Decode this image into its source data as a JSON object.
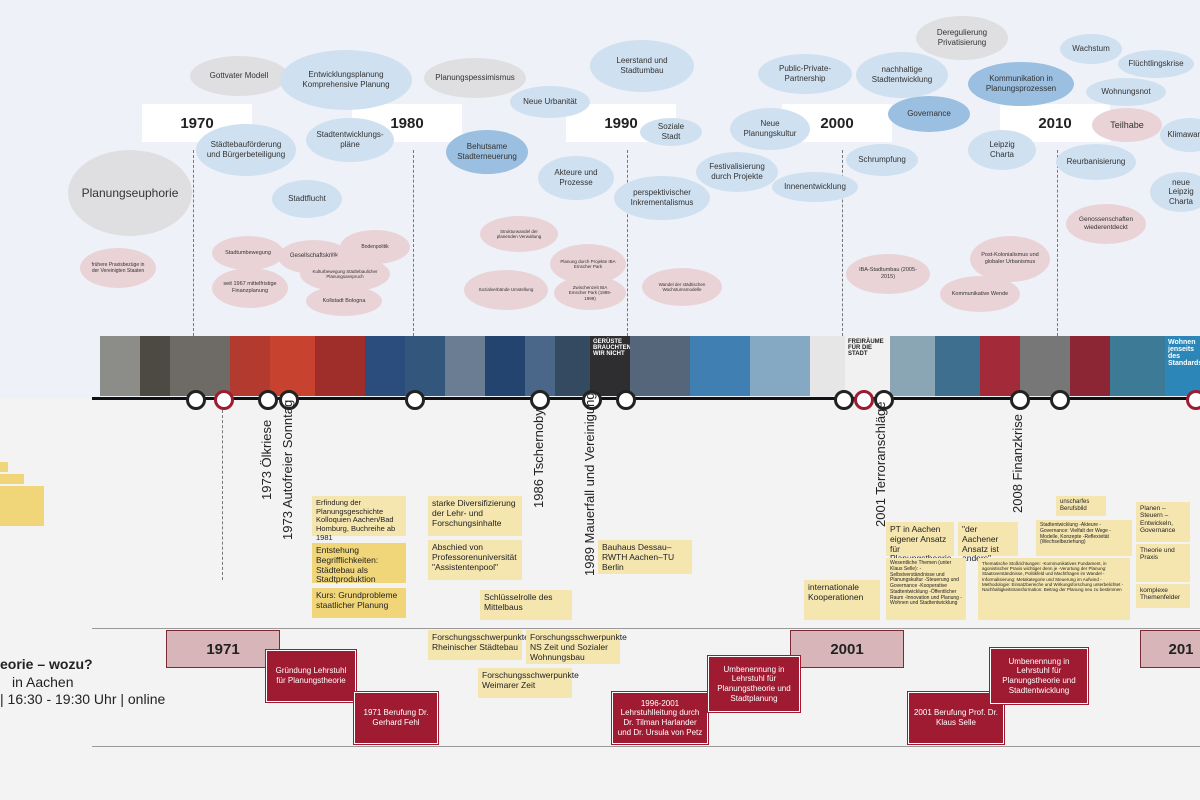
{
  "decades": [
    "1970",
    "1980",
    "1990",
    "2000",
    "2010"
  ],
  "clouds": {
    "planungseuphorie": "Planungseuphorie",
    "gottvater": "Gottvater Modell",
    "entwicklungsplanung": "Entwicklungsplanung Komprehensive Planung",
    "planungspessimismus": "Planungspessimismus",
    "leerstand": "Leerstand und Stadtumbau",
    "ppp": "Public-Private-Partnership",
    "nachhaltige": "nachhaltige Stadtentwicklung",
    "deregulierung": "Deregulierung Privatisierung",
    "kommunikation": "Kommunikation in Planungsprozessen",
    "wachstum": "Wachstum",
    "fluechtlingskrise": "Flüchtlingskrise",
    "urbanitaet": "Neue Urbanität",
    "wohnungsnot": "Wohnungsnot",
    "staedtebaufoerderung": "Städtebauförderung und Bürgerbeteiligung",
    "stadtentwicklungsplaene": "Stadtentwicklungs-pläne",
    "behutsame": "Behutsame Stadterneuerung",
    "sozialestadt": "Soziale Stadt",
    "neueplanungskultur": "Neue Planungskultur",
    "governance": "Governance",
    "teilhabe": "Teilhabe",
    "klimawandel": "Klimawandel",
    "leipzig": "Leipzig Charta",
    "stadtflucht": "Stadtflucht",
    "akteure": "Akteure und Prozesse",
    "perspektivisch": "perspektivischer Inkrementalismus",
    "festivalisierung": "Festivalisierung durch Projekte",
    "innenentwicklung": "Innenentwicklung",
    "schrumpfung": "Schrumpfung",
    "reurbanisierung": "Reurbanisierung",
    "neueleipzig": "neue Leipzig Charta",
    "genossenschaften": "Genossenschaften wiederentdeckt",
    "fruehere": "frühere Praxisbezüge in der Vereinigten Staaten",
    "stadtumbewegung": "Stadtumbewegung",
    "gesellschaftskritik": "Gesellschaftskritik",
    "seit1967": "seit 1967 mittelfristige Finanzplanung",
    "bodenpolitik": "Bodenpolitik",
    "kulturbewegung": "Kulturbewegung Städtebaulicher Planungsanspruch",
    "kollstadt": "Kollstadt Bologna",
    "strukturwandel": "Strukturwandel der planenden Verwaltung",
    "planung_durch_projekte": "Planung durch Projekte IBA Emscher Park",
    "sozialverbaende": "Sozialverbände Umstellung",
    "zwischenzeit": "Zwischenzeit IBA Emscher Park (1989-1999)",
    "wandel": "Wandel der städtischen Wachstumsmodelle",
    "ibastadtumbau": "IBA-Stadtumbau (2005-2015)",
    "postkolonialismus": "Post-Kolonialismus und globaler Urbanismus",
    "kommunikative": "Kommunikative Wende"
  },
  "events": {
    "oelkrise": "1973 Ölkriese",
    "autofrei": "1973 Autofreier Sonntag",
    "tschernobyl": "1986 Tschernobyl",
    "mauerfall": "1989 Mauerfall und Vereinigung",
    "terror": "2001 Terroranschläge",
    "finanzkrise": "2008 Finanzkrise"
  },
  "notes": {
    "n1": "Erfindung der Planungsgeschichte Kolloquien Aachen/Bad Homburg, Buchreihe ab 1981",
    "n2": "Entstehung Begrifflichkeiten: Städtebau als Stadtproduktion",
    "n3": "Kurs: Grundprobleme staatlicher Planung",
    "n4": "starke Diversifizierung der Lehr- und Forschungsinhalte",
    "n5": "Abschied von Professorenuniversität \"Assistentenpool\"",
    "n6": "Schlüsselrolle des Mittelbaus",
    "n7": "Forschungsschwerpunkte Rheinischer Städtebau",
    "n8": "Forschungsschwerpunkte NS Zeit und Sozialer Wohnungsbau",
    "n9": "Forschungsschwerpunkte Weimarer Zeit",
    "n10": "Bauhaus Dessau– RWTH Aachen–TU Berlin",
    "n11": "internationale Kooperationen",
    "n12": "PT in Aachen eigener Ansatz für Planungstheorie",
    "n13": "\"der Aachener Ansatz ist anders\"",
    "n14": "Wesentliche Themen (unter Klaus Selle): -Selbstverständnisse und Planungskultur -Steuerung und Governance -Kooperative Stadtentwicklung -Öffentlicher Raum -Innovation und Planung -Wohnen und Stadtentwicklung",
    "n15": "Thematische Stoßrichtungen: -Kommunikatives Fundament, in agonistischer Praxis wichtiger denn je -Verortung der Planung: Staatsverständnisse, Politikfeld und Machtfragen im Wandel -Informalisierung: Metakategorie und Steuerung im Aufwind -Methodologie: Einsatzbereiche und Wirkungsforschung unterbelichtet -Nachhaltigkeitstransformation: Beitrag der Planung neu zu bestimmen",
    "n16": "Stadtentwicklung -Akteure -Governance: Vielfalt der Wege -Modelle, Konzepte -Reflexivität (Wechselbeziehung)",
    "n17": "unscharfes Berufsbild",
    "n18": "Planen – Steuern – Entwickeln, Governance",
    "n19": "Theorie und Praxis",
    "n20": "komplexe Themenfelder"
  },
  "years": [
    "1971",
    "2001",
    "201"
  ],
  "redboxes": {
    "r1": "Gründung Lehrstuhl für Planungstheorie",
    "r2": "1971 Berufung Dr. Gerhard Fehl",
    "r3": "1996-2001 Lehrstuhlleitung durch Dr. Tilman Harlander und Dr. Ursula von Petz",
    "r4": "Umbenennung in Lehrstuhl für Planungstheorie und Stadtplanung",
    "r5": "2001 Berufung Prof. Dr. Klaus Selle",
    "r6": "Umbenennung in Lehrstuhl für Planungstheorie und Stadtentwicklung"
  },
  "left": {
    "line1": "eorie – wozu?",
    "line2": "in Aachen",
    "line3": "| 16:30 - 19:30 Uhr | online"
  },
  "strip_labels": {
    "b1": "GERÜSTE BRAUCHTEN WIR NICHT",
    "b2": "Wohnen jenseits des Standards",
    "b3": "FREIRÄUME FÜR DIE STADT"
  }
}
